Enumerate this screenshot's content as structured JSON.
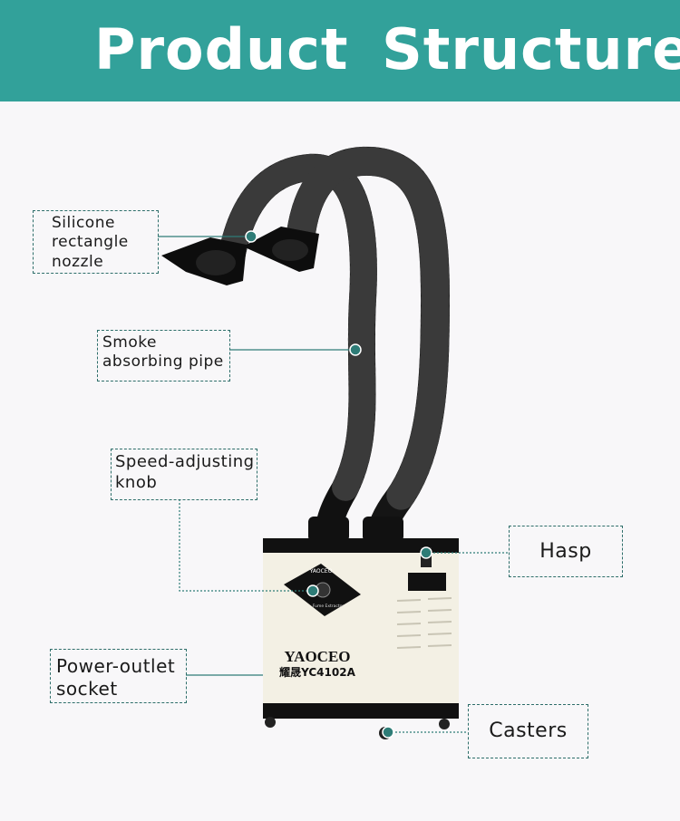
{
  "header": {
    "title": "Product Structure"
  },
  "product": {
    "brand": "YAOCEO",
    "model": "耀晟YC4102A",
    "panel_brand": "YAOCEO",
    "panel_caption": "Fume Extractor"
  },
  "labels": {
    "nozzle": "Silicone rectangle nozzle",
    "pipe": "Smoke absorbing pipe",
    "knob": "Speed-adjusting knob",
    "hasp": "Hasp",
    "socket": "Power-outlet socket",
    "casters": "Casters"
  },
  "colors": {
    "header": "#32a19a",
    "accent": "#2e7c77",
    "cabinet": "#f3f0e4"
  }
}
